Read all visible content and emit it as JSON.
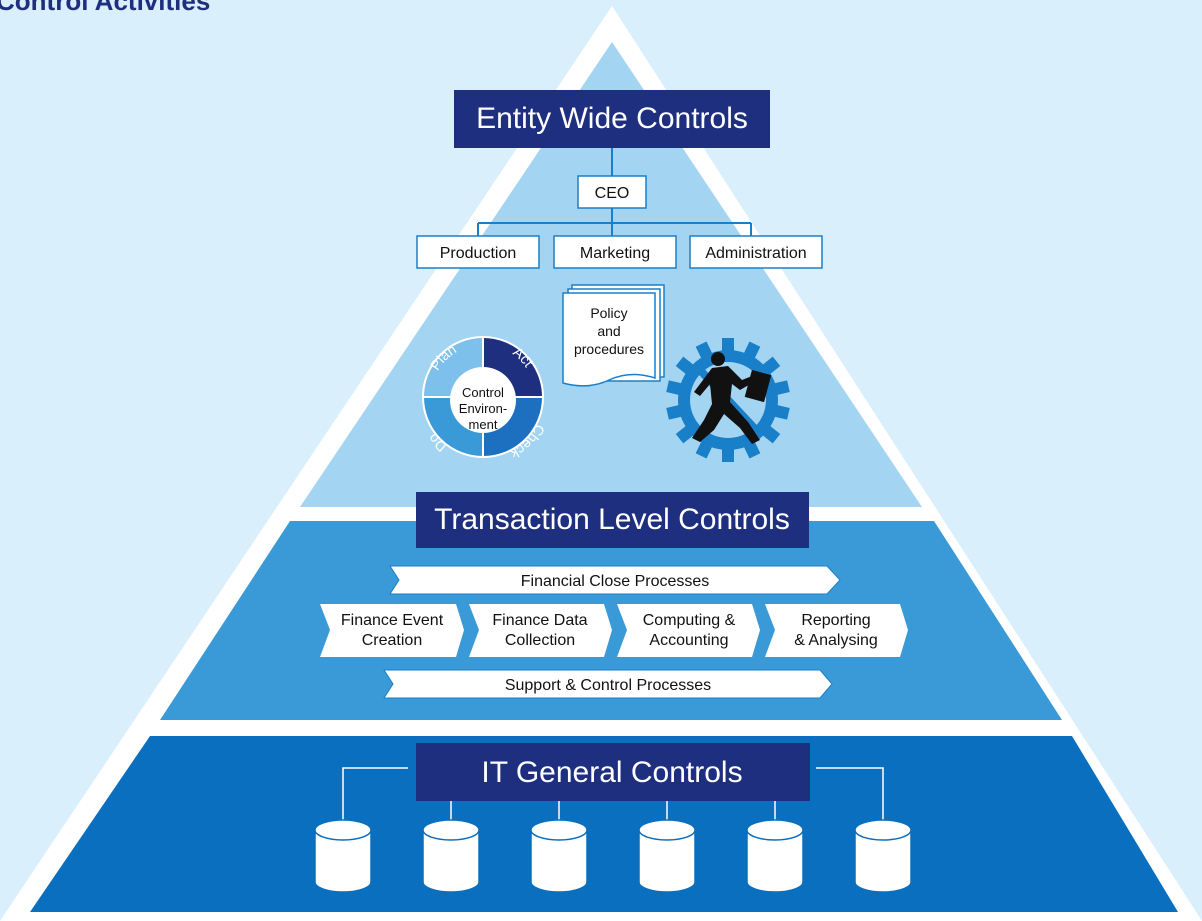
{
  "page_title": "Control Activities",
  "colors": {
    "background": "#d9effb",
    "tier_top": "#a3d4f1",
    "tier_middle": "#3a9ad8",
    "tier_bottom": "#0b6fbf",
    "dark_navy": "#1f2f80",
    "white": "#ffffff"
  },
  "entity_tier": {
    "title": "Entity Wide Controls",
    "org_chart": {
      "root": "CEO",
      "children": [
        "Production",
        "Marketing",
        "Administration"
      ]
    },
    "policy_doc": [
      "Policy",
      "and",
      "procedures"
    ],
    "pdca_cycle": {
      "center": [
        "Control",
        "Environ-",
        "ment"
      ],
      "segments": [
        "Plan",
        "Act",
        "Check",
        "Do"
      ]
    },
    "runner_gear_icon": "person-running-in-gear-icon"
  },
  "transaction_tier": {
    "title": "Transaction Level Controls",
    "top_process": "Financial Close Processes",
    "steps": [
      [
        "Finance Event",
        "Creation"
      ],
      [
        "Finance Data",
        "Collection"
      ],
      [
        "Computing &",
        "Accounting"
      ],
      [
        "Reporting",
        "& Analysing"
      ]
    ],
    "bottom_process": "Support & Control Processes"
  },
  "it_tier": {
    "title": "IT General Controls",
    "database_icon": "database-cylinder-icon",
    "database_count": 6
  }
}
